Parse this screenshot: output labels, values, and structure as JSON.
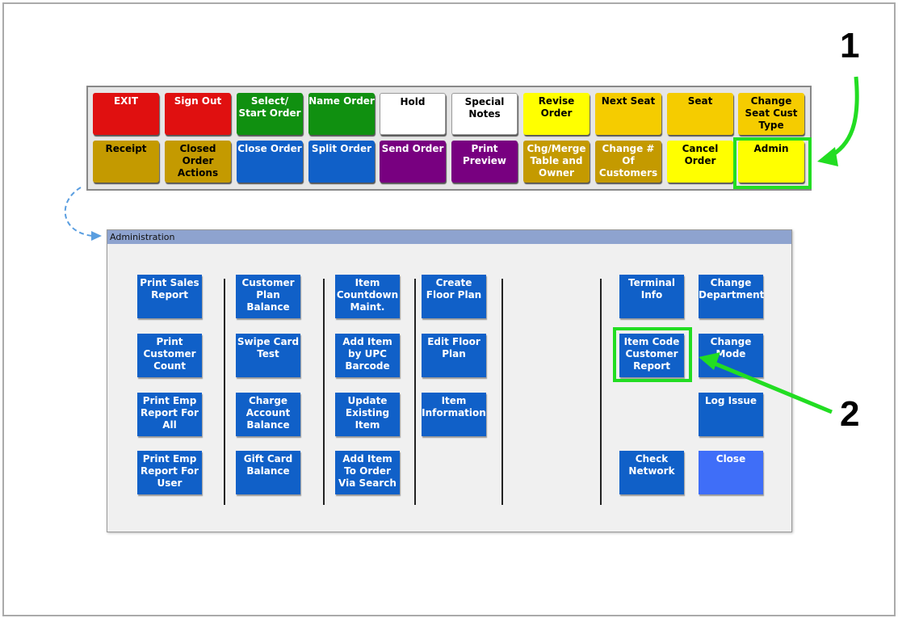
{
  "toolbar": {
    "buttons": [
      {
        "label": "EXIT",
        "bg": "#e01010",
        "fg": "#ffffff"
      },
      {
        "label": "Sign Out",
        "bg": "#e01010",
        "fg": "#ffffff"
      },
      {
        "label": "Select/ Start Order",
        "bg": "#109010",
        "fg": "#ffffff"
      },
      {
        "label": "Name Order",
        "bg": "#109010",
        "fg": "#ffffff"
      },
      {
        "label": "Hold",
        "bg": "#ffffff",
        "fg": "#000000"
      },
      {
        "label": "Special Notes",
        "bg": "#ffffff",
        "fg": "#000000"
      },
      {
        "label": "Revise Order",
        "bg": "#ffff00",
        "fg": "#000000"
      },
      {
        "label": "Next Seat",
        "bg": "#f5cc00",
        "fg": "#000000"
      },
      {
        "label": "Seat",
        "bg": "#f5cc00",
        "fg": "#000000"
      },
      {
        "label": "Change Seat Cust Type",
        "bg": "#f5cc00",
        "fg": "#000000"
      },
      {
        "label": "Receipt",
        "bg": "#c49a00",
        "fg": "#000000"
      },
      {
        "label": "Closed Order Actions",
        "bg": "#c49a00",
        "fg": "#000000"
      },
      {
        "label": "Close Order",
        "bg": "#1060c8",
        "fg": "#ffffff"
      },
      {
        "label": "Split Order",
        "bg": "#1060c8",
        "fg": "#ffffff"
      },
      {
        "label": "Send Order",
        "bg": "#780080",
        "fg": "#ffffff"
      },
      {
        "label": "Print Preview",
        "bg": "#780080",
        "fg": "#ffffff"
      },
      {
        "label": "Chg/Merge Table and Owner",
        "bg": "#c49a00",
        "fg": "#ffffff"
      },
      {
        "label": "Change # Of Customers",
        "bg": "#c49a00",
        "fg": "#ffffff"
      },
      {
        "label": "Cancel Order",
        "bg": "#ffff00",
        "fg": "#000000"
      },
      {
        "label": "Admin",
        "bg": "#ffff00",
        "fg": "#000000"
      }
    ]
  },
  "admin": {
    "title": "Administration",
    "buttons": [
      "Print Sales Report",
      "Print Customer Count",
      "Print Emp Report For All",
      "Print Emp Report For User",
      "Customer Plan Balance",
      "Swipe Card Test",
      "Charge Account Balance",
      "Gift Card Balance",
      "Item Countdown Maint.",
      "Add Item by UPC Barcode",
      "Update Existing Item",
      "Add Item To Order Via Search",
      "Create Floor Plan",
      "Edit Floor Plan",
      "Item Information",
      "Terminal Info",
      "Item Code Customer Report",
      "Check Network",
      "Change Department",
      "Change Mode",
      "Log Issue",
      "Close"
    ]
  },
  "callouts": {
    "step1": "1",
    "step2": "2"
  },
  "colors": {
    "highlight": "#22dd22",
    "close": "#3f6ef8"
  }
}
